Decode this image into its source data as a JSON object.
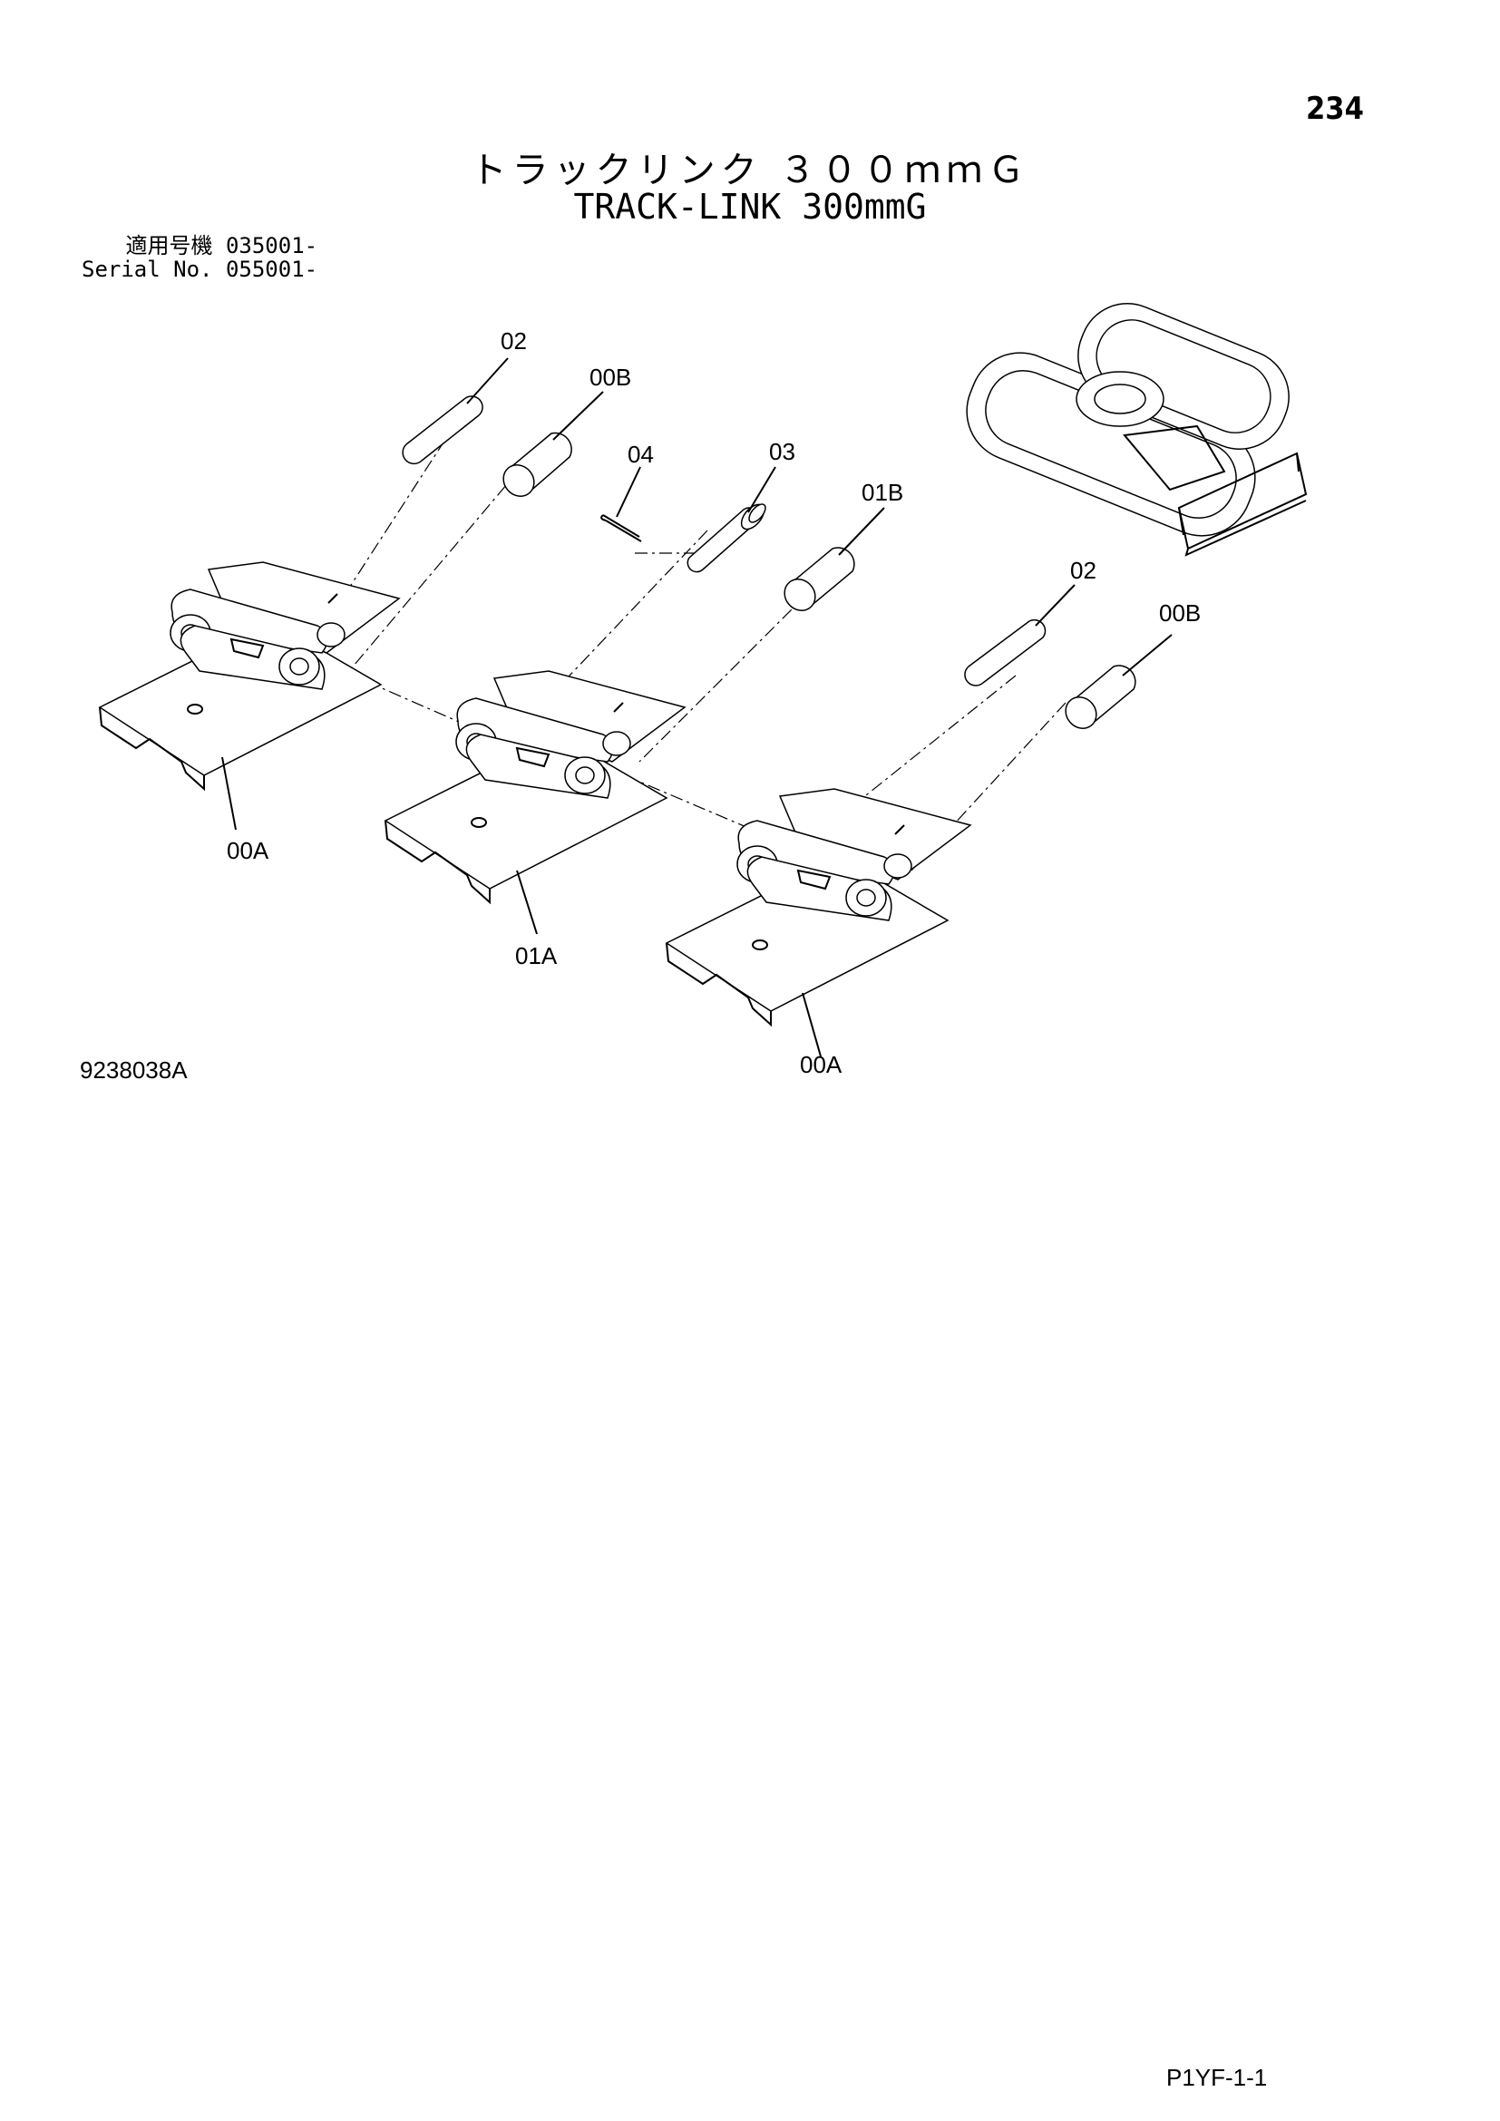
{
  "header": {
    "page_number": "234",
    "title_jp": "トラックリンク ３００ｍｍＧ",
    "title_en": "TRACK-LINK 300mmG"
  },
  "applicability": {
    "line_jp": "適用号機 035001-",
    "line_en": "Serial No. 055001-"
  },
  "callouts": {
    "c02_top": "02",
    "c00B_top": "00B",
    "c04": "04",
    "c03": "03",
    "c01B": "01B",
    "c02_right": "02",
    "c00B_right": "00B",
    "c00A_left": "00A",
    "c01A": "01A",
    "c00A_bottom": "00A"
  },
  "footer": {
    "figure_code": "9238038A",
    "sheet_code": "P1YF-1-1"
  }
}
